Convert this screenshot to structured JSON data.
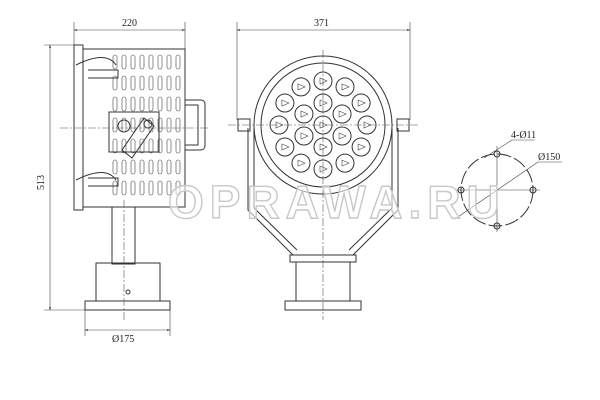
{
  "dimensions": {
    "side_width": "220",
    "front_width": "371",
    "height": "513",
    "base_diameter": "Ø175",
    "holes": "4-Ø11",
    "bolt_circle": "Ø150"
  },
  "watermark": "OPRAWA.RU",
  "led_count": 19
}
